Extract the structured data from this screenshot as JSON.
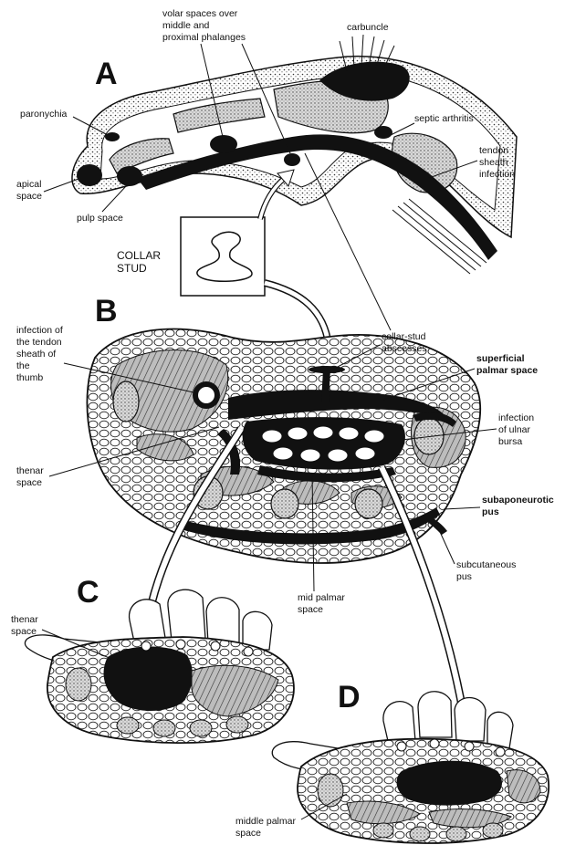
{
  "panels": {
    "a": "A",
    "b": "B",
    "c": "C",
    "d": "D"
  },
  "labels": {
    "volar_spaces": [
      "volar spaces over",
      "middle and",
      "proximal phalanges"
    ],
    "carbuncle": [
      "carbuncle"
    ],
    "paronychia": [
      "paronychia"
    ],
    "septic_arthritis": [
      "septic arthritis"
    ],
    "tendon_sheath_infection": [
      "tendon",
      "sheath",
      "infection"
    ],
    "apical_space": [
      "apical",
      "space"
    ],
    "pulp_space": [
      "pulp space"
    ],
    "collar_stud": [
      "COLLAR",
      "STUD"
    ],
    "collar_stud_abscesses": [
      "collar-stud",
      "abscesses"
    ],
    "thumb_sheath_infection": [
      "infection of",
      "the tendon",
      "sheath of",
      "the",
      "thumb"
    ],
    "superficial_palmar_space": [
      "superficial",
      "palmar space"
    ],
    "ulnar_bursa_infection": [
      "infection",
      "of ulnar",
      "bursa"
    ],
    "thenar_space_b": [
      "thenar",
      "space"
    ],
    "subaponeurotic_pus": [
      "subaponeurotic",
      "pus"
    ],
    "subcutaneous_pus": [
      "subcutaneous",
      "pus"
    ],
    "mid_palmar_space": [
      "mid palmar",
      "space"
    ],
    "thenar_space_c": [
      "thenar",
      "space"
    ],
    "middle_palmar_space_d": [
      "middle palmar",
      "space"
    ]
  }
}
